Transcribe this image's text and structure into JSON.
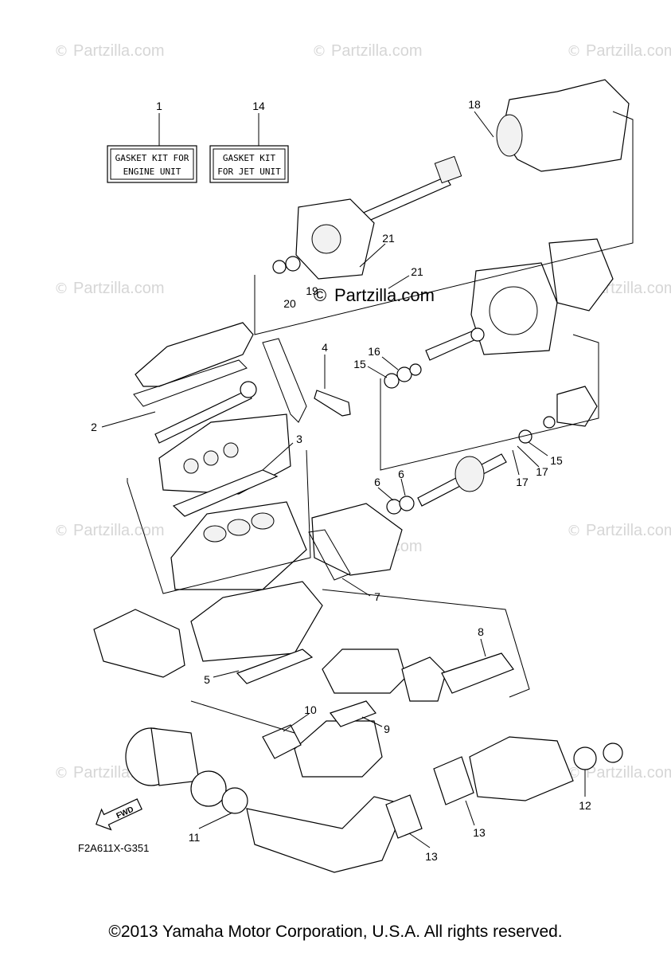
{
  "watermark": {
    "text": "Partzilla.com",
    "symbol": "©"
  },
  "kit_boxes": [
    {
      "ref": "1",
      "line1": "GASKET KIT FOR",
      "line2": "ENGINE UNIT"
    },
    {
      "ref": "14",
      "line1": "GASKET KIT",
      "line2": "FOR JET UNIT"
    }
  ],
  "callouts": [
    "1",
    "14",
    "18",
    "21",
    "21",
    "19",
    "20",
    "4",
    "16",
    "15",
    "2",
    "3",
    "6",
    "6",
    "17",
    "17",
    "15",
    "7",
    "8",
    "5",
    "10",
    "9",
    "12",
    "11",
    "13",
    "13"
  ],
  "fwd_label": "FWD",
  "diagram_code": "F2A611X-G351",
  "copyright": "©2013 Yamaha Motor Corporation, U.S.A. All rights reserved."
}
